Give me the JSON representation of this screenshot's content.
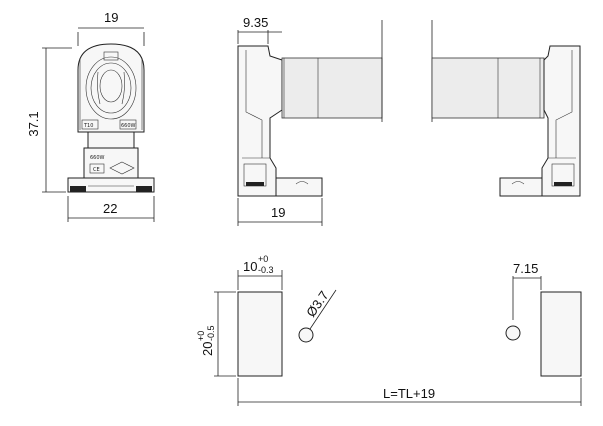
{
  "dimensions": {
    "front_width_top": "19",
    "front_height": "37.1",
    "front_width_bottom": "22",
    "side_offset": "9.35",
    "side_width": "19",
    "block_width": "10",
    "block_width_tol_upper": "+0",
    "block_width_tol_lower": "-0.3",
    "block_height": "20",
    "block_height_tol_upper": "+0",
    "block_height_tol_lower": "-0.5",
    "hole_diameter": "Ø3.7",
    "hole_offset": "7.15",
    "overall_length": "L=TL+19"
  },
  "body_markings": {
    "socket_left": "T10",
    "socket_right": "660W",
    "label_top": "660W",
    "label_box": "CE"
  }
}
